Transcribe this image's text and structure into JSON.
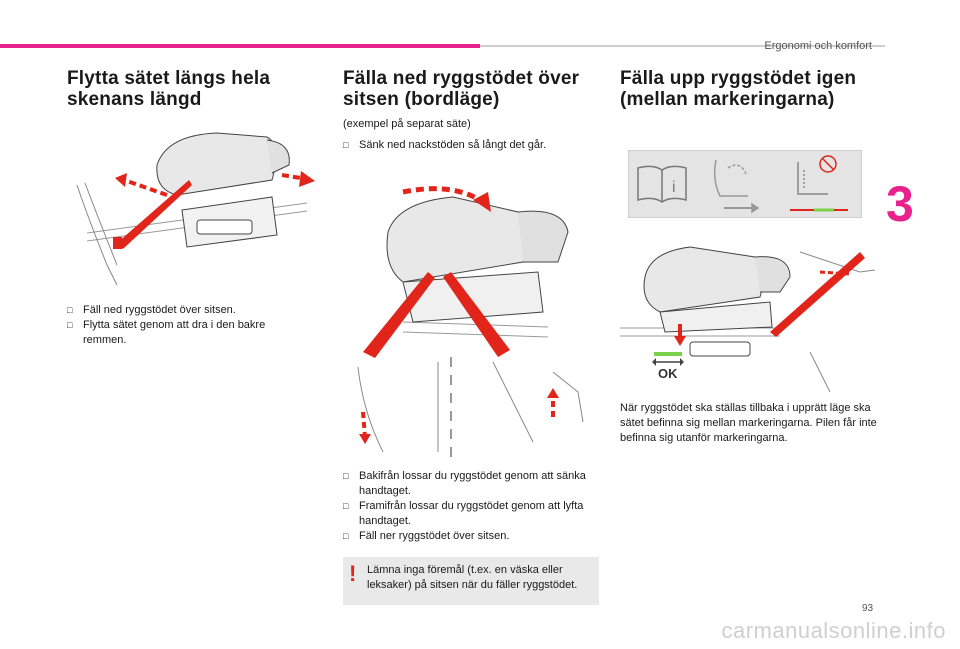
{
  "header": {
    "section_title": "Ergonomi och komfort",
    "chapter_number": "3"
  },
  "colors": {
    "accent_pink": "#e8218c",
    "arrow_red": "#e1251b",
    "ok_green": "#7cd14b"
  },
  "col1": {
    "heading": "Flytta sätet längs hela skenans längd",
    "bullets": [
      "Fäll ned ryggstödet över sitsen.",
      "Flytta sätet genom att dra i den bakre remmen."
    ]
  },
  "col2": {
    "heading": "Fälla ned ryggstödet över sitsen (bordläge)",
    "note": "(exempel på separat säte)",
    "bullet_top": "Sänk ned nackstöden så långt det går.",
    "bullets": [
      "Bakifrån lossar du ryggstödet genom att sänka handtaget.",
      "Framifrån lossar du ryggstödet genom att lyfta handtaget.",
      "Fäll ner ryggstödet över sitsen."
    ],
    "warning": "Lämna inga föremål (t.ex. en väska eller leksaker) på sitsen när du fäller ryggstödet."
  },
  "col3": {
    "heading": "Fälla upp ryggstödet igen (mellan markeringarna)",
    "ok_label": "OK",
    "paragraph": "När ryggstödet ska ställas tillbaka i upprätt läge ska sätet befinna sig mellan markeringarna. Pilen får inte befinna sig utanför markeringarna."
  },
  "footer": {
    "page_number": "93",
    "watermark": "carmanualsonline.info"
  },
  "icons": [
    "book-info-icon",
    "seat-recline-icon",
    "seat-fold-forbidden-icon",
    "warning-exclamation-icon"
  ]
}
